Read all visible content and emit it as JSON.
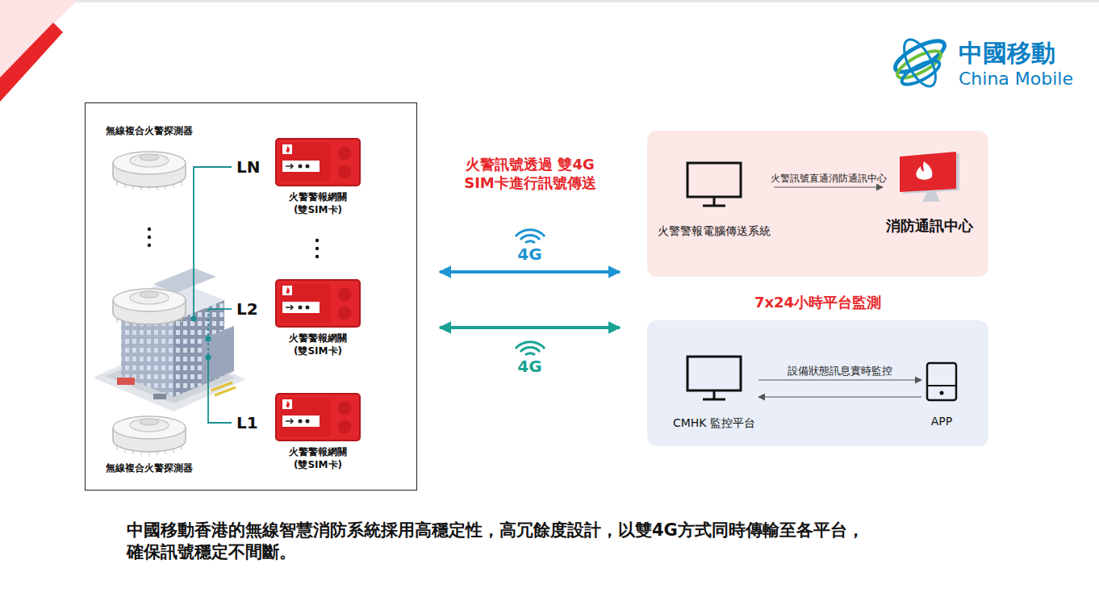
{
  "diagram": {
    "caption": "中國移動香港的無線智慧消防系統採用高穩定性，高冗餘度設計，以雙4G方式同時傳輸至各平台， 確保訊號穩定不間斷。",
    "nodes": [
      {
        "text": [
          "無線複合火警探測器",
          "無線複合火警探測器"
        ]
      },
      {
        "text": [
          "火警警報網關 (雙SIM卡)"
        ],
        "in": 0
      },
      {
        "text": [
          "火警警報網關 (雙SIM卡)"
        ],
        "in": 0
      },
      {
        "text": [
          "火警警報網關 (雙SIM卡)"
        ],
        "in": 0
      },
      {
        "text": []
      },
      {
        "text": [
          "火警警報電腦傳送系統"
        ],
        "in": 4
      },
      {
        "text": [
          "消防通訊中心"
        ],
        "in": 4
      },
      {
        "text": [
          "7x24小時平台監測"
        ]
      },
      {
        "text": [
          "CMHK 監控平台"
        ],
        "in": 7
      },
      {
        "text": [
          "APP"
        ],
        "in": 7
      }
    ],
    "edges": [
      {
        "from": 5,
        "to": 6,
        "arrow": "to",
        "label": "火警訊號直通消防通訊中心"
      },
      {
        "from": 8,
        "to": 9,
        "arrow": "to",
        "label": "設備狀態訊息實時監控"
      },
      {
        "from": 9,
        "to": 8,
        "arrow": "to"
      },
      {
        "from": 0,
        "to": 4,
        "arrow": "both",
        "label": "4G"
      },
      {
        "from": 0,
        "to": 7,
        "arrow": "both",
        "label": "4G"
      }
    ],
    "labels": [
      "中國移動",
      "China Mobile",
      "LN",
      "L2",
      "L1",
      "火警訊號透過 雙4G SIM卡進行訊號傳送"
    ]
  }
}
